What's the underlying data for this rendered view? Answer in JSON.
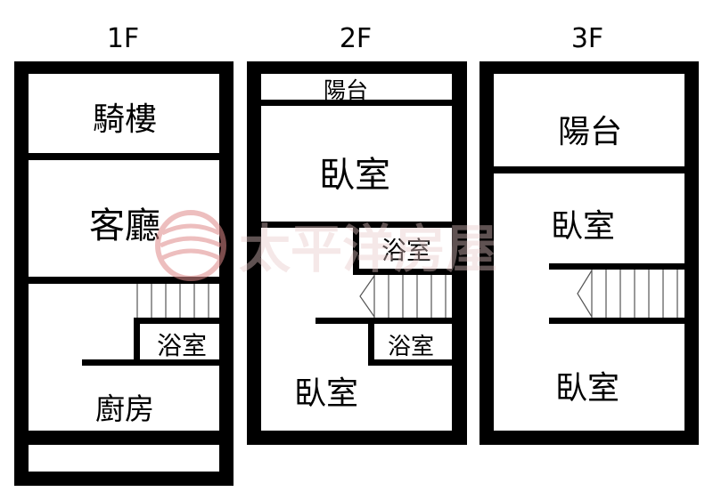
{
  "floors": [
    {
      "title": "1F",
      "rooms": {
        "arcade": "騎樓",
        "living_room": "客廳",
        "bathroom": "浴室",
        "kitchen": "廚房"
      }
    },
    {
      "title": "2F",
      "rooms": {
        "balcony": "陽台",
        "bedroom_top": "臥室",
        "bathroom_upper": "浴室",
        "bathroom_lower": "浴室",
        "bedroom_bottom": "臥室"
      }
    },
    {
      "title": "3F",
      "rooms": {
        "balcony": "陽台",
        "bedroom_top": "臥室",
        "bedroom_bottom": "臥室"
      }
    }
  ],
  "watermark": {
    "text": "太平洋房屋"
  },
  "colors": {
    "wall": "#000000",
    "background": "#ffffff",
    "stair_line": "#555555",
    "watermark": "#e7c7c7",
    "watermark_logo": "#e08a8a"
  }
}
